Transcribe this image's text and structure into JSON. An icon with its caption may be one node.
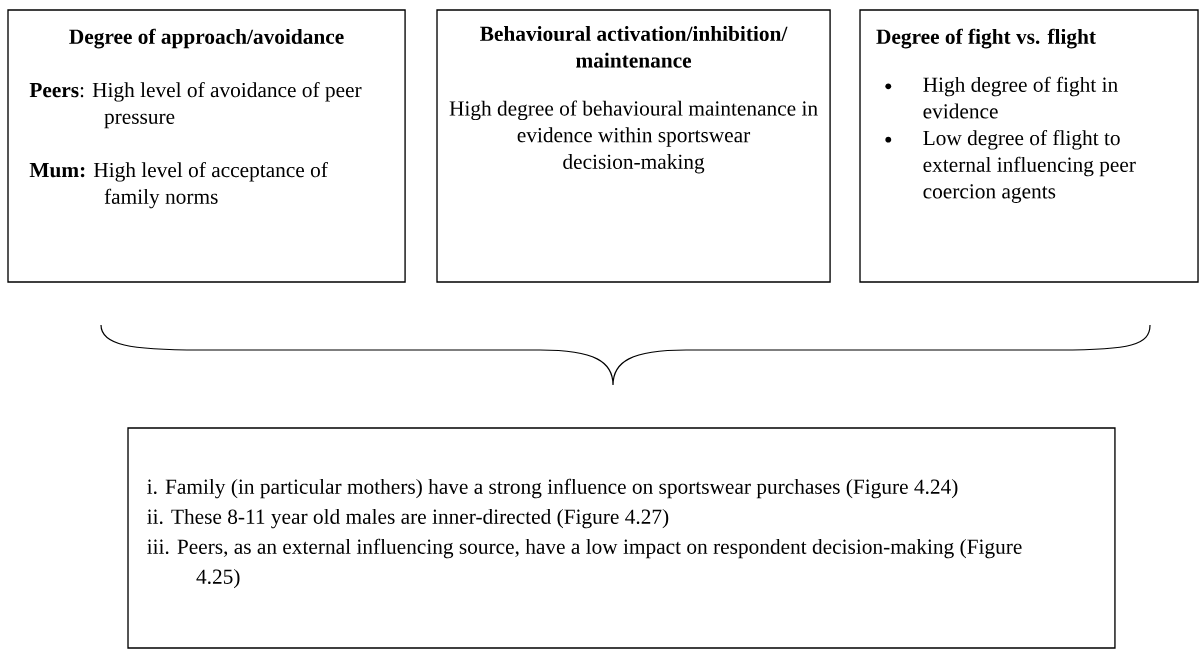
{
  "diagram": {
    "nodes": [
      {
        "text": [
          "Degree of approach/avoidance",
          "**Peers**: High level of avoidance of peer pressure",
          "**Mum:** High level of acceptance of family norms"
        ]
      },
      {
        "text": [
          "Behavioural activation/inhibition/ maintenance",
          "High degree of behavioural maintenance in evidence within sportswear decision-making"
        ]
      },
      {
        "text": [
          "Degree of fight vs. flight",
          "High degree of fight in evidence",
          "Low degree of flight to external influencing peer coercion agents"
        ]
      },
      {
        "text": [
          "i. Family (in particular mothers) have a strong influence on sportswear purchases (Figure 4.24)",
          "ii. These 8-11 year old males are inner-directed (Figure 4.27)",
          "iii. Peers, as an external influencing source, have a low impact on respondent decision-making (Figure 4.25)"
        ]
      }
    ]
  }
}
